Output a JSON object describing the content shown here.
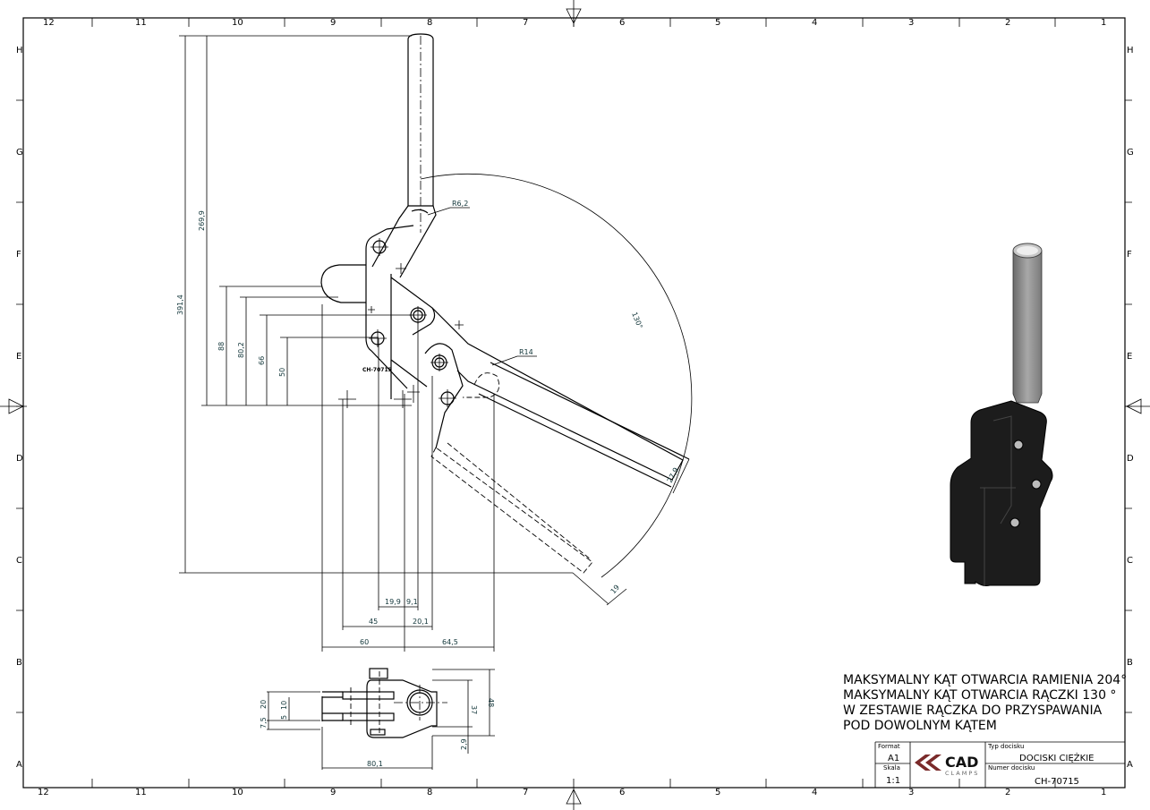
{
  "sheet": {
    "columns": [
      "12",
      "11",
      "10",
      "9",
      "8",
      "7",
      "6",
      "5",
      "4",
      "3",
      "2",
      "1"
    ],
    "rows": [
      "H",
      "G",
      "F",
      "E",
      "D",
      "C",
      "B",
      "A"
    ]
  },
  "dimensions": {
    "d391_4": "391,4",
    "d269_9": "269,9",
    "d88": "88",
    "d80_2": "80,2",
    "d66": "66",
    "d50": "50",
    "d19_9": "19,9",
    "d9_1": "9,1",
    "d45": "45",
    "d20_1": "20,1",
    "d60": "60",
    "d64_5": "64,5",
    "r6_2": "R6,2",
    "r14": "R14",
    "a130": "130°",
    "d27_9": "27,9",
    "d19": "19",
    "d20": "20",
    "d7_5": "7,5",
    "d10": "10",
    "d5": "5",
    "d37": "37",
    "d48": "48",
    "d2_9": "2,9",
    "d80_1": "80,1"
  },
  "part_marking": "CH-70715",
  "notes": [
    "MAKSYMALNY KĄT OTWARCIA RAMIENIA 204°",
    "MAKSYMALNY KĄT OTWARCIA RĄCZKI 130 °",
    "W ZESTAWIE RĄCZKA DO PRZYSPAWANIA",
    "POD DOWOLNYM KĄTEM"
  ],
  "title_block": {
    "format_label": "Format",
    "format_value": "A1",
    "scale_label": "Skala",
    "scale_value": "1:1",
    "logo_main": "CAD",
    "logo_sub": "CLAMPS",
    "type_label": "Typ docisku",
    "type_value": "DOCISKI CIĘŻKIE",
    "number_label": "Numer docisku",
    "number_value": "CH-70715"
  },
  "colors": {
    "logo_red": "#7a2a2a",
    "dim_text": "#12363a"
  }
}
